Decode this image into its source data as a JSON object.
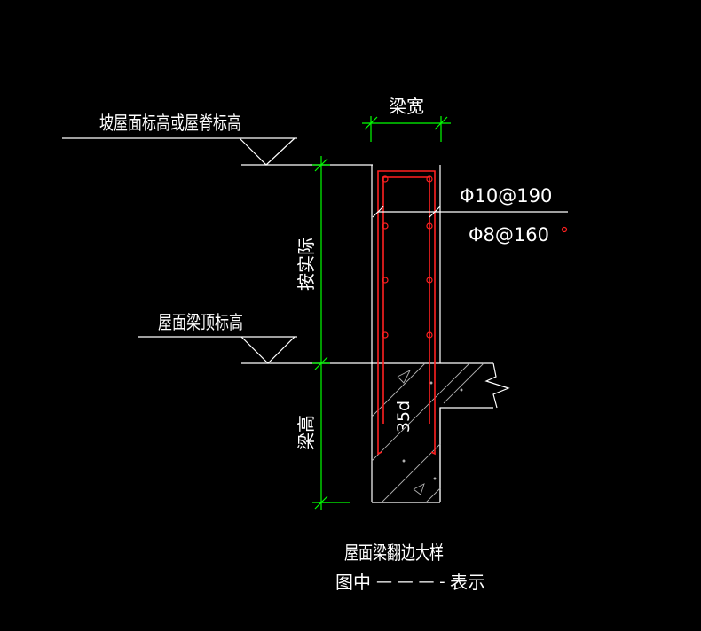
{
  "labels": {
    "roof_elevation": "坡屋面标高或屋脊标高",
    "beam_top_elevation": "屋面梁顶标高",
    "beam_width": "梁宽",
    "upturn_height": "按实际",
    "beam_height": "梁高",
    "stirrup_spec": "Φ10@190",
    "bar_spec": "Φ8@160",
    "anchorage": "35d",
    "title": "屋面梁翻边大样",
    "legend_prefix": "图中",
    "legend_dashes": "— — — -",
    "legend_suffix": "表示"
  },
  "colors": {
    "background": "#000000",
    "line": "#ffffff",
    "dimension": "#00ff00",
    "rebar": "#ff2020",
    "hatch": "#b0b0b0"
  }
}
